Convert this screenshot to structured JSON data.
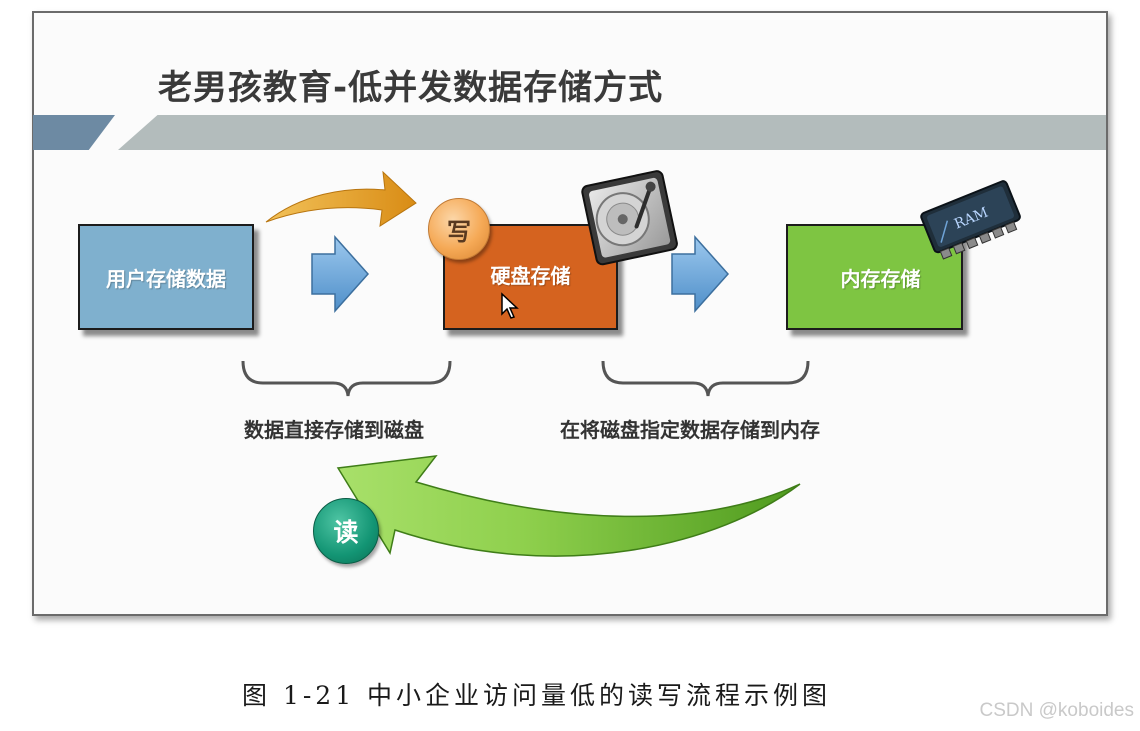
{
  "slide": {
    "title": "老男孩教育-低并发数据存储方式"
  },
  "boxes": {
    "user": "用户存储数据",
    "disk": "硬盘存储",
    "memory": "内存存储"
  },
  "braces": {
    "left_caption": "数据直接存储到磁盘",
    "right_caption": "在将磁盘指定数据存储到内存"
  },
  "badges": {
    "write": "写",
    "read": "读",
    "ram": "RAM"
  },
  "figure_caption": "图 1-21 中小企业访问量低的读写流程示例图",
  "watermark": "CSDN @koboides",
  "icons": [
    "hard-disk-icon",
    "ram-chip-icon",
    "mouse-cursor-icon"
  ],
  "colors": {
    "user_box": "#7fb0ce",
    "disk_box": "#d5631f",
    "memory_box": "#7ec542",
    "flow_arrow": "#6fa8dc",
    "write_arrow": "#e0a11f",
    "read_arrow": "#7dc043",
    "read_badge": "#139574",
    "write_badge": "#f5a956"
  }
}
